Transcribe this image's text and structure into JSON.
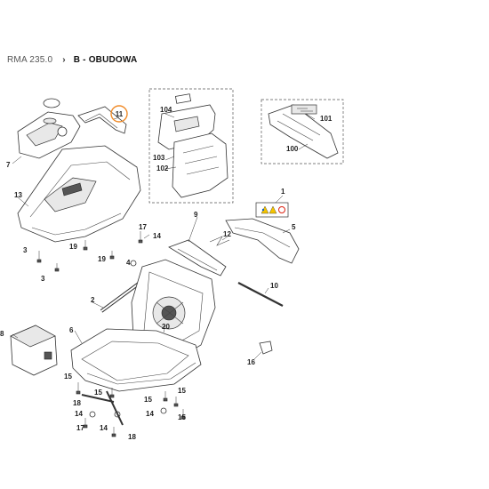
{
  "breadcrumb": {
    "model": "RMA 235.0",
    "separator": "›",
    "section": "B - OBUDOWA"
  },
  "highlight_color": "#f08c2a",
  "callouts": {
    "c1": "1",
    "c2": "2",
    "c3": "3",
    "c3b": "3",
    "c4": "4",
    "c5": "5",
    "c6": "6",
    "c7": "7",
    "c8": "8",
    "c9": "9",
    "c10": "10",
    "c11": "11",
    "c12": "12",
    "c13": "13",
    "c14": "14",
    "c14b": "14",
    "c15": "15",
    "c15b": "15",
    "c15c": "15",
    "c15d": "15",
    "c16": "16",
    "c17": "17",
    "c18": "18",
    "c18b": "18",
    "c19": "19",
    "c19b": "19",
    "c20": "20",
    "c100": "100",
    "c101": "101",
    "c102": "102",
    "c103": "103",
    "c104": "104"
  }
}
